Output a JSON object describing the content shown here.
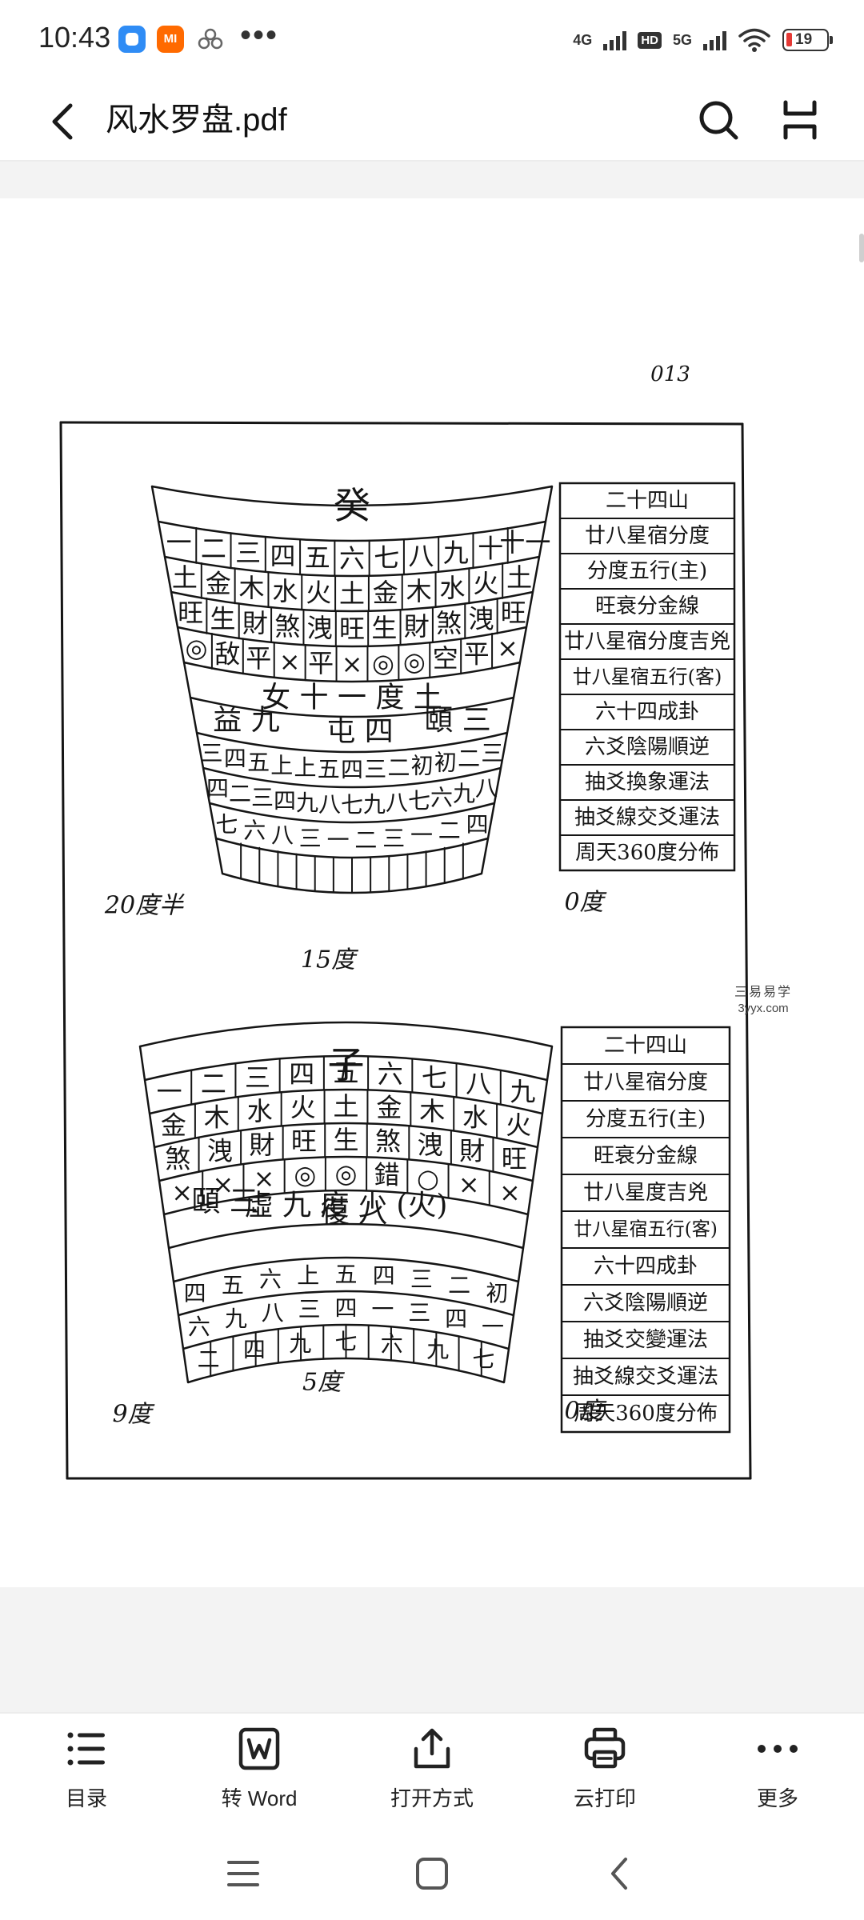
{
  "status_bar": {
    "time": "10:43",
    "app_badge": "MI",
    "more_dots": "•••",
    "network_1": "4G",
    "hd": "HD",
    "network_2": "5G",
    "battery": "19"
  },
  "header": {
    "title": "风水罗盘.pdf"
  },
  "document": {
    "page_number": "013",
    "top_chart": {
      "mountain": "癸",
      "num_row": [
        "一",
        "二",
        "三",
        "四",
        "五",
        "六",
        "七",
        "八",
        "九",
        "十",
        "十一"
      ],
      "element_row": [
        "土",
        "金",
        "木",
        "水",
        "火",
        "土",
        "金",
        "木",
        "水",
        "火",
        "土"
      ],
      "state_row": [
        "旺",
        "生",
        "財",
        "煞",
        "洩",
        "旺",
        "生",
        "財",
        "煞",
        "洩",
        "旺"
      ],
      "mark_row": [
        "◎",
        "敌",
        "平",
        "×",
        "平",
        "×",
        "◎",
        "◎",
        "空",
        "平",
        "×"
      ],
      "band_label": "女 十 一 度 土",
      "hex_left": "益 九",
      "hex_mid": "屯 四",
      "hex_right": "頤 三",
      "line_a": [
        "三",
        "四",
        "五",
        "上",
        "上",
        "五",
        "四",
        "三",
        "二",
        "初",
        "初",
        "二",
        "三"
      ],
      "line_b": [
        "四",
        "二",
        "三",
        "四",
        "九",
        "八",
        "七",
        "九",
        "八",
        "七",
        "六",
        "九",
        "八"
      ],
      "line_c": [
        "七",
        "六",
        "八",
        "三",
        "一",
        "二",
        "三",
        "一",
        "二",
        "四"
      ],
      "deg_left": "20度半",
      "deg_right": "0度",
      "deg_bottom": "15度",
      "side_labels": [
        "二十四山",
        "廿八星宿分度",
        "分度五行(主)",
        "旺衰分金線",
        "廿八星宿分度吉兇",
        "廿八星宿五行(客)",
        "六十四成卦",
        "六爻陰陽順逆",
        "抽爻換象運法",
        "抽爻線交爻運法",
        "周天360度分佈"
      ]
    },
    "bottom_chart": {
      "mountain": "子",
      "num_row": [
        "一",
        "二",
        "三",
        "四",
        "五",
        "六",
        "七",
        "八",
        "九"
      ],
      "element_row": [
        "金",
        "木",
        "水",
        "火",
        "土",
        "金",
        "木",
        "水",
        "火"
      ],
      "state_row": [
        "煞",
        "洩",
        "財",
        "旺",
        "生",
        "煞",
        "洩",
        "財",
        "旺"
      ],
      "mark_row": [
        "×",
        "×",
        "×",
        "◎",
        "◎",
        "錯",
        "○",
        "×",
        "×"
      ],
      "band_label": "虛 九 度 少 (火)",
      "hex_left": "頤 三",
      "hex_mid": "復 八",
      "line_a": [
        "四",
        "五",
        "六",
        "上",
        "五",
        "四",
        "三",
        "二",
        "初"
      ],
      "line_b": [
        "六",
        "九",
        "八",
        "三",
        "四",
        "一",
        "三",
        "四",
        "一"
      ],
      "line_c": [
        "二",
        "四",
        "九",
        "七",
        "六",
        "九",
        "七"
      ],
      "deg_left": "9度",
      "deg_right": "0度",
      "deg_bottom": "5度",
      "side_labels": [
        "二十四山",
        "廿八星宿分度",
        "分度五行(主)",
        "旺衰分金線",
        "廿八星度吉兇",
        "廿八星宿五行(客)",
        "六十四成卦",
        "六爻陰陽順逆",
        "抽爻交變運法",
        "抽爻線交爻運法",
        "周天360度分佈"
      ]
    },
    "watermark": {
      "line1": "三易易学",
      "line2": "3yyx.com"
    }
  },
  "toolbar": {
    "items": [
      {
        "label": "目录",
        "icon": "list-icon"
      },
      {
        "label": "转 Word",
        "icon": "word-icon"
      },
      {
        "label": "打开方式",
        "icon": "share-icon"
      },
      {
        "label": "云打印",
        "icon": "printer-icon"
      },
      {
        "label": "更多",
        "icon": "more-icon"
      }
    ]
  },
  "navbar": {
    "icons": [
      "menu-icon",
      "home-icon",
      "back-icon"
    ]
  }
}
